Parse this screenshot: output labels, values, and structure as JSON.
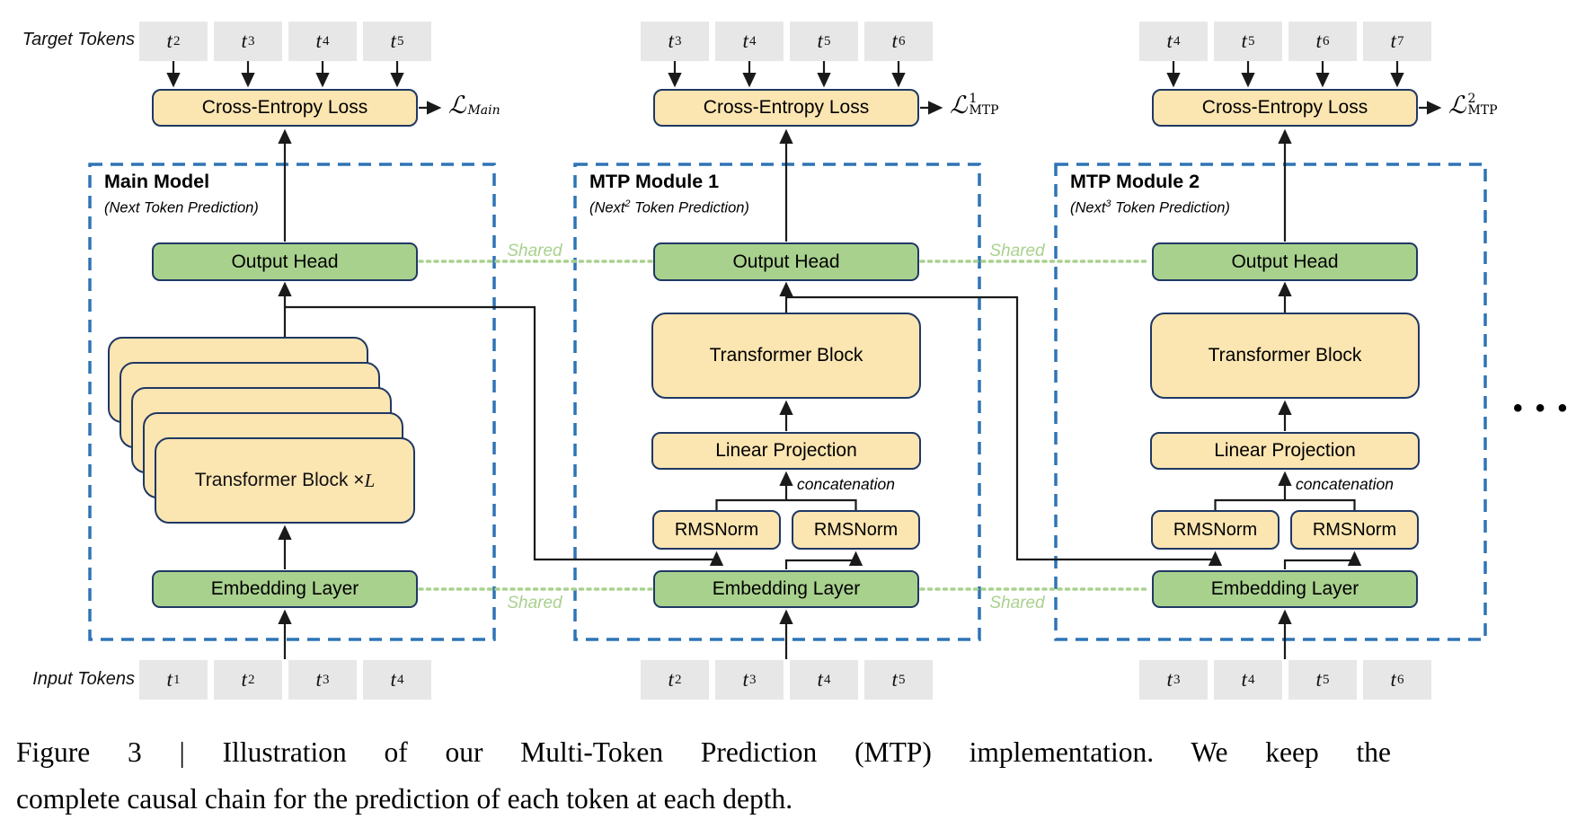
{
  "figure": {
    "target_tokens_label": "Target Tokens",
    "input_tokens_label": "Input Tokens",
    "shared_label": "Shared",
    "ellipsis": "• • •",
    "caption_line1": "Figure 3 | Illustration of our Multi-Token Prediction (MTP) implementation.  We keep the",
    "caption_line2": "complete causal chain for the prediction of each token at each depth."
  },
  "colors": {
    "box_yellow": "#FBE5B1",
    "box_green": "#A9D18E",
    "border_navy": "#1F3864",
    "token_gray": "#E8E7E7",
    "module_dash_blue": "#2E74B5",
    "shared_green": "#A9D18E",
    "line_black": "#1a1a1a"
  },
  "modules": [
    {
      "title": "Main Model",
      "subtitle_pre": "(Next",
      "subtitle_sup": "",
      "subtitle_post": " Token Prediction)",
      "cross_entropy_label": "Cross-Entropy Loss",
      "loss": {
        "symbol": "ℒ",
        "sup": "",
        "sub": "Main"
      },
      "output_head_label": "Output Head",
      "embedding_label": "Embedding Layer",
      "stack_label_pre": "Transformer Block × ",
      "stack_label_var": "L",
      "target_tokens": [
        {
          "base": "t",
          "sub": "2"
        },
        {
          "base": "t",
          "sub": "3"
        },
        {
          "base": "t",
          "sub": "4"
        },
        {
          "base": "t",
          "sub": "5"
        }
      ],
      "input_tokens": [
        {
          "base": "t",
          "sub": "1"
        },
        {
          "base": "t",
          "sub": "2"
        },
        {
          "base": "t",
          "sub": "3"
        },
        {
          "base": "t",
          "sub": "4"
        }
      ]
    },
    {
      "title": "MTP Module 1",
      "subtitle_pre": "(Next",
      "subtitle_sup": "2",
      "subtitle_post": " Token Prediction)",
      "cross_entropy_label": "Cross-Entropy Loss",
      "loss": {
        "symbol": "ℒ",
        "sup": "1",
        "sub": "MTP"
      },
      "output_head_label": "Output Head",
      "embedding_label": "Embedding Layer",
      "transformer_block_label": "Transformer Block",
      "linear_projection_label": "Linear Projection",
      "rmsnorm_left_label": "RMSNorm",
      "rmsnorm_right_label": "RMSNorm",
      "concatenation_label": "concatenation",
      "target_tokens": [
        {
          "base": "t",
          "sub": "3"
        },
        {
          "base": "t",
          "sub": "4"
        },
        {
          "base": "t",
          "sub": "5"
        },
        {
          "base": "t",
          "sub": "6"
        }
      ],
      "input_tokens": [
        {
          "base": "t",
          "sub": "2"
        },
        {
          "base": "t",
          "sub": "3"
        },
        {
          "base": "t",
          "sub": "4"
        },
        {
          "base": "t",
          "sub": "5"
        }
      ]
    },
    {
      "title": "MTP Module 2",
      "subtitle_pre": "(Next",
      "subtitle_sup": "3",
      "subtitle_post": " Token Prediction)",
      "cross_entropy_label": "Cross-Entropy Loss",
      "loss": {
        "symbol": "ℒ",
        "sup": "2",
        "sub": "MTP"
      },
      "output_head_label": "Output Head",
      "embedding_label": "Embedding Layer",
      "transformer_block_label": "Transformer Block",
      "linear_projection_label": "Linear Projection",
      "rmsnorm_left_label": "RMSNorm",
      "rmsnorm_right_label": "RMSNorm",
      "concatenation_label": "concatenation",
      "target_tokens": [
        {
          "base": "t",
          "sub": "4"
        },
        {
          "base": "t",
          "sub": "5"
        },
        {
          "base": "t",
          "sub": "6"
        },
        {
          "base": "t",
          "sub": "7"
        }
      ],
      "input_tokens": [
        {
          "base": "t",
          "sub": "3"
        },
        {
          "base": "t",
          "sub": "4"
        },
        {
          "base": "t",
          "sub": "5"
        },
        {
          "base": "t",
          "sub": "6"
        }
      ]
    }
  ]
}
